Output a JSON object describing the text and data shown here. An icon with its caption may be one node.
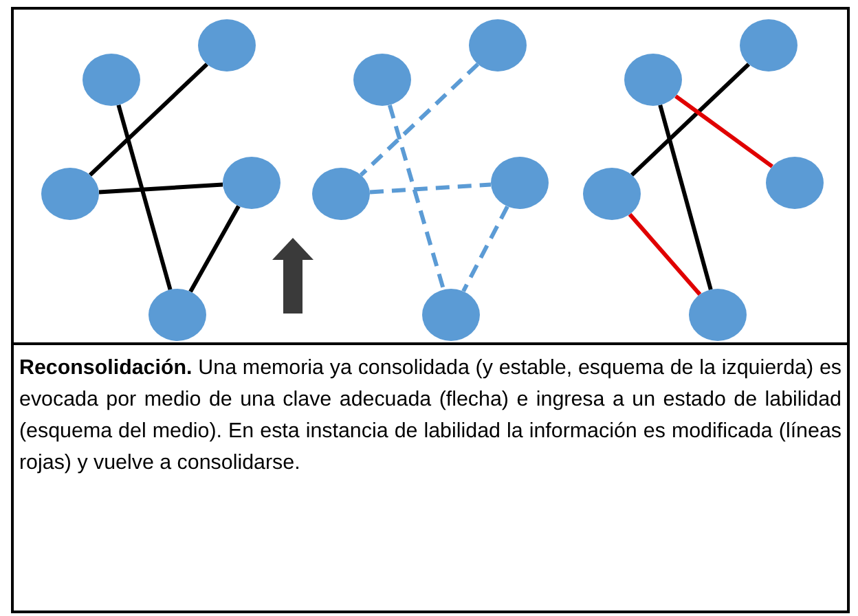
{
  "diagram": {
    "caption": "**Reconsolidación.** Una memoria ya consolidada (y estable, esquema de la izquierda) es evocada por medio de una clave adecuada (flecha) e ingresa a un estado de labilidad (esquema del medio). En esta instancia de labilidad la información es modificada (líneas rojas) y vuelve a consolidarse.",
    "nodes": [
      {
        "text": [],
        "shape": "circle"
      },
      {
        "text": [],
        "shape": "circle"
      },
      {
        "text": [],
        "shape": "circle"
      },
      {
        "text": [],
        "shape": "circle"
      },
      {
        "text": [],
        "shape": "circle"
      },
      {
        "text": [],
        "shape": "circle"
      },
      {
        "text": [],
        "shape": "circle"
      },
      {
        "text": [],
        "shape": "circle"
      },
      {
        "text": [],
        "shape": "circle"
      },
      {
        "text": [],
        "shape": "circle"
      },
      {
        "text": [],
        "shape": "circle"
      },
      {
        "text": [],
        "shape": "circle"
      },
      {
        "text": [],
        "shape": "circle"
      },
      {
        "text": [],
        "shape": "circle"
      },
      {
        "text": [],
        "shape": "circle"
      }
    ],
    "edges": [
      {
        "from": 0,
        "to": 4,
        "arrow": "none"
      },
      {
        "from": 1,
        "to": 2,
        "arrow": "none"
      },
      {
        "from": 2,
        "to": 3,
        "arrow": "none"
      },
      {
        "from": 3,
        "to": 4,
        "arrow": "none"
      },
      {
        "from": 5,
        "to": 9,
        "arrow": "none",
        "style": "dashed",
        "color": "#5b9bd5"
      },
      {
        "from": 6,
        "to": 7,
        "arrow": "none",
        "style": "dashed",
        "color": "#5b9bd5"
      },
      {
        "from": 7,
        "to": 8,
        "arrow": "none",
        "style": "dashed",
        "color": "#5b9bd5"
      },
      {
        "from": 8,
        "to": 9,
        "arrow": "none",
        "style": "dashed",
        "color": "#5b9bd5"
      },
      {
        "from": 11,
        "to": 12,
        "arrow": "none"
      },
      {
        "from": 10,
        "to": 14,
        "arrow": "none"
      },
      {
        "from": 10,
        "to": 13,
        "arrow": "none",
        "color": "#e00000"
      },
      {
        "from": 12,
        "to": 14,
        "arrow": "none",
        "color": "#e00000"
      }
    ]
  }
}
